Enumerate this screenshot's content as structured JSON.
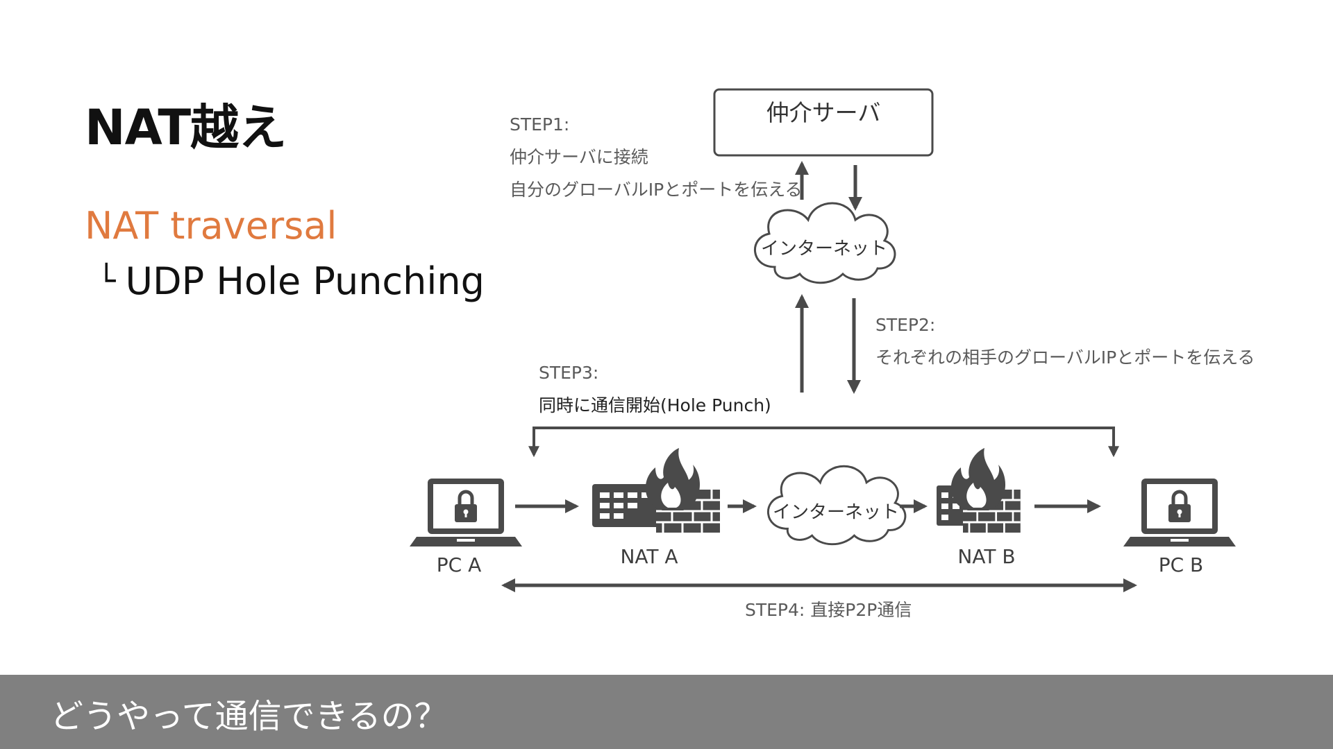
{
  "slide": {
    "title": "NAT越え",
    "subtitle": "NAT traversal",
    "subtitle_color": "#e07a3f",
    "corner_glyph": "└",
    "subsubtitle": "UDP Hole Punching"
  },
  "diagram": {
    "server_label": "仲介サーバ",
    "internet_label": "インターネット",
    "step1": {
      "head": "STEP1:",
      "line1": "仲介サーバに接続",
      "line2": "自分のグローバルIPとポートを伝える"
    },
    "step2": {
      "head": "STEP2:",
      "line1": "それぞれの相手のグローバルIPとポートを伝える"
    },
    "step3": {
      "head": "STEP3:",
      "line1": "同時に通信開始(Hole Punch)"
    },
    "step4": "STEP4: 直接P2P通信",
    "pc_a": "PC A",
    "nat_a": "NAT A",
    "nat_b": "NAT B",
    "pc_b": "PC B",
    "icons": [
      "laptop-lock-icon",
      "router-icon",
      "firewall-icon",
      "cloud-icon"
    ]
  },
  "footer": {
    "text": "どうやって通信できるの？"
  },
  "colors": {
    "diagram": "#4a4a4a",
    "footer_bg": "#808080"
  }
}
